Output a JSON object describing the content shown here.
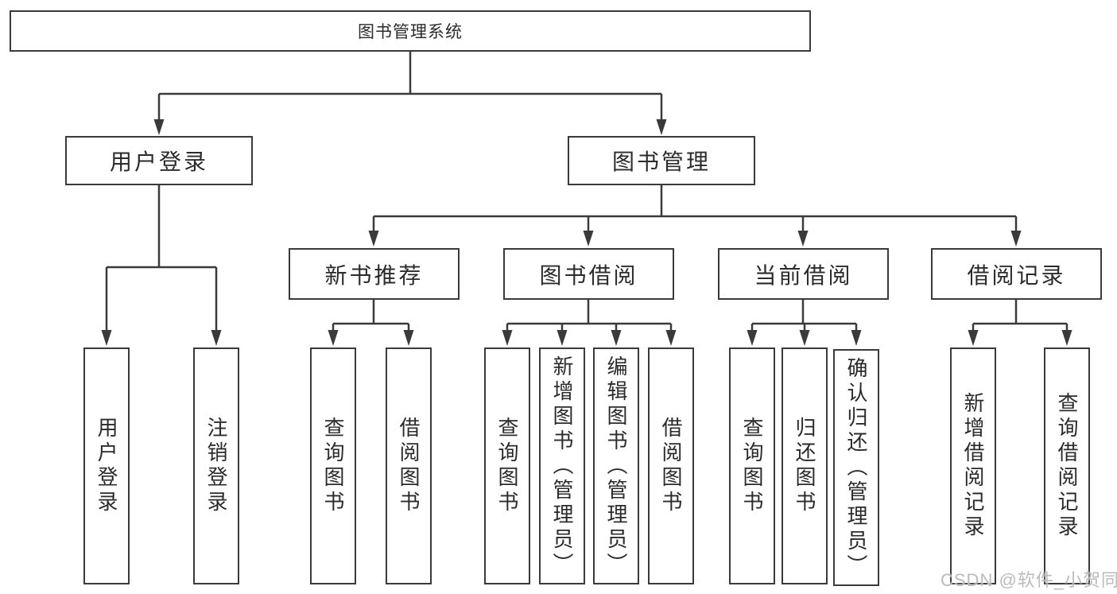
{
  "diagram_title": "图书管理系统",
  "tree": {
    "label": "图书管理系统",
    "children": [
      {
        "label": "用户登录",
        "children": [
          {
            "label": "用户登录"
          },
          {
            "label": "注销登录"
          }
        ]
      },
      {
        "label": "图书管理",
        "children": [
          {
            "label": "新书推荐",
            "children": [
              {
                "label": "查询图书"
              },
              {
                "label": "借阅图书"
              }
            ]
          },
          {
            "label": "图书借阅",
            "children": [
              {
                "label": "查询图书"
              },
              {
                "label": "新增图书（管理员）"
              },
              {
                "label": "编辑图书（管理员）"
              },
              {
                "label": "借阅图书"
              }
            ]
          },
          {
            "label": "当前借阅",
            "children": [
              {
                "label": "查询图书"
              },
              {
                "label": "归还图书"
              },
              {
                "label": "确认归还（管理员）"
              }
            ]
          },
          {
            "label": "借阅记录",
            "children": [
              {
                "label": "新增借阅记录"
              },
              {
                "label": "查询借阅记录"
              }
            ]
          }
        ]
      }
    ]
  },
  "watermark": {
    "text": "CSDN @软件_小贺同学"
  },
  "colors": {
    "line": "#3a3a3a",
    "box_border": "#3a3a3a",
    "box_fill": "#ffffff",
    "text": "#2b2b2b",
    "watermark": "#b2b2b2",
    "background": "#ffffff"
  }
}
